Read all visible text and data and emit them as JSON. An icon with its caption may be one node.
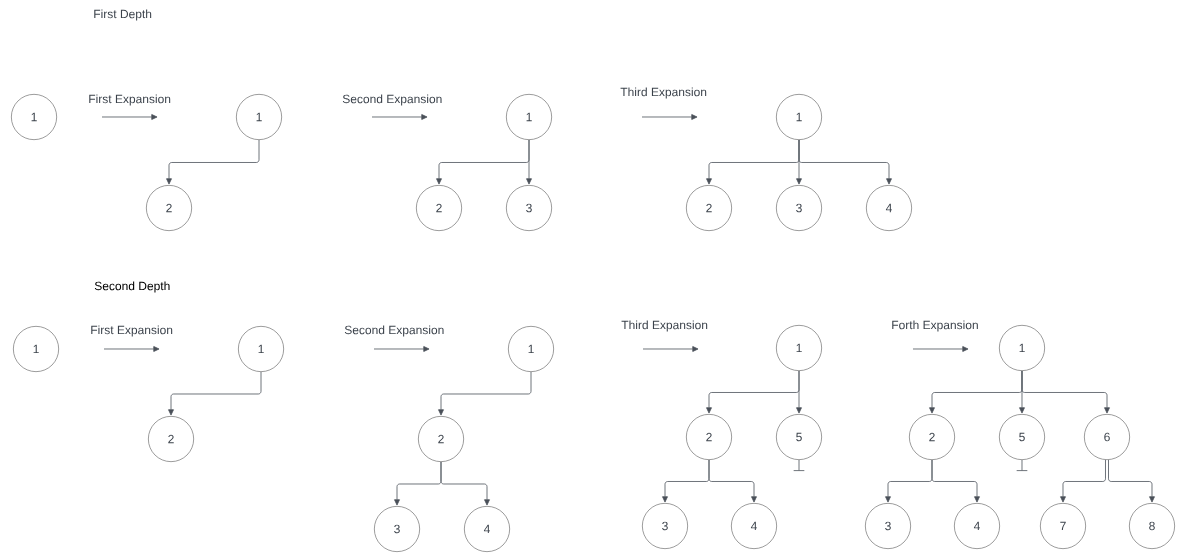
{
  "diagram": {
    "nodes": [
      {
        "text": [
          "1"
        ]
      },
      {
        "text": [
          "1"
        ]
      },
      {
        "text": [
          "2"
        ]
      },
      {
        "text": [
          "1"
        ]
      },
      {
        "text": [
          "2"
        ]
      },
      {
        "text": [
          "3"
        ]
      },
      {
        "text": [
          "1"
        ]
      },
      {
        "text": [
          "2"
        ]
      },
      {
        "text": [
          "3"
        ]
      },
      {
        "text": [
          "4"
        ]
      },
      {
        "text": [
          "1"
        ]
      },
      {
        "text": [
          "1"
        ]
      },
      {
        "text": [
          "2"
        ]
      },
      {
        "text": [
          "1"
        ]
      },
      {
        "text": [
          "2"
        ]
      },
      {
        "text": [
          "3"
        ]
      },
      {
        "text": [
          "4"
        ]
      },
      {
        "text": [
          "1"
        ]
      },
      {
        "text": [
          "2"
        ]
      },
      {
        "text": [
          "5"
        ]
      },
      {
        "text": [
          "3"
        ]
      },
      {
        "text": [
          "4"
        ]
      },
      {
        "text": [
          "1"
        ]
      },
      {
        "text": [
          "2"
        ]
      },
      {
        "text": [
          "5"
        ]
      },
      {
        "text": [
          "6"
        ]
      },
      {
        "text": [
          "3"
        ]
      },
      {
        "text": [
          "4"
        ]
      },
      {
        "text": [
          "7"
        ]
      },
      {
        "text": [
          "8"
        ]
      }
    ],
    "edges": [
      {
        "from": 1,
        "to": 2,
        "arrow": "to"
      },
      {
        "from": 3,
        "to": 4,
        "arrow": "to"
      },
      {
        "from": 3,
        "to": 5,
        "arrow": "to"
      },
      {
        "from": 6,
        "to": 7,
        "arrow": "to"
      },
      {
        "from": 6,
        "to": 8,
        "arrow": "to"
      },
      {
        "from": 6,
        "to": 9,
        "arrow": "to"
      },
      {
        "from": 11,
        "to": 12,
        "arrow": "to"
      },
      {
        "from": 13,
        "to": 14,
        "arrow": "to"
      },
      {
        "from": 14,
        "to": 15,
        "arrow": "to"
      },
      {
        "from": 14,
        "to": 16,
        "arrow": "to"
      },
      {
        "from": 17,
        "to": 18,
        "arrow": "to"
      },
      {
        "from": 17,
        "to": 19,
        "arrow": "to"
      },
      {
        "from": 18,
        "to": 20,
        "arrow": "to"
      },
      {
        "from": 18,
        "to": 21,
        "arrow": "to"
      },
      {
        "from": 22,
        "to": 23,
        "arrow": "to"
      },
      {
        "from": 22,
        "to": 24,
        "arrow": "to"
      },
      {
        "from": 22,
        "to": 25,
        "arrow": "to"
      },
      {
        "from": 23,
        "to": 26,
        "arrow": "to"
      },
      {
        "from": 23,
        "to": 27,
        "arrow": "to"
      },
      {
        "from": 25,
        "to": 28,
        "arrow": "to"
      },
      {
        "from": 25,
        "to": 29,
        "arrow": "to"
      }
    ],
    "labels": [
      "First Depth",
      "First Expansion",
      "Second Expansion",
      "Third Expansion",
      "Second Depth",
      "First Expansion",
      "Second Expansion",
      "Third Expansion",
      "Forth Expansion"
    ]
  }
}
